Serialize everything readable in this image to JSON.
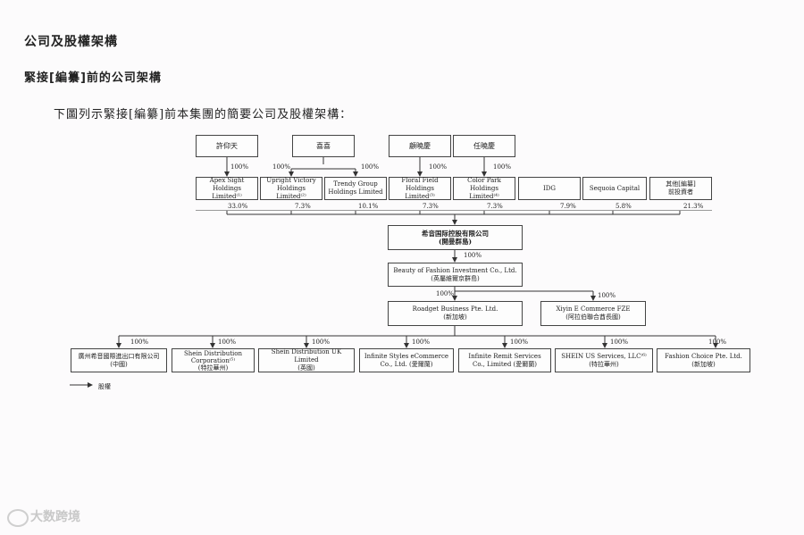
{
  "section_title": "公司及股權架構",
  "subsection_title": "緊接[編纂]前的公司架構",
  "intro_text": "下圖列示緊接[編纂]前本集團的簡要公司及股權架構：",
  "top_owners": {
    "xu": "許仰天",
    "xixi": "喜喜",
    "gu": "顧曉慶",
    "ren": "任曉慶"
  },
  "holders": {
    "apex": [
      "Apex Sight",
      "Holdings Limited⁽¹⁾"
    ],
    "upright": [
      "Upright Victory",
      "Holdings Limited⁽²⁾"
    ],
    "trendy": [
      "Trendy Group",
      "Holdings Limited"
    ],
    "floral": [
      "Floral Field",
      "Holdings Limited⁽³⁾"
    ],
    "color": [
      "Color Park",
      "Holdings Limited⁽⁴⁾"
    ],
    "idg": "IDG",
    "sequoia": "Sequoia Capital",
    "others": [
      "其他[編纂]",
      "前投資者"
    ]
  },
  "pct": {
    "xu_apex": "100%",
    "xixi_upright": "100%",
    "xixi_trendy": "100%",
    "gu_floral": "100%",
    "ren_color": "100%",
    "apex": "33.0%",
    "upright": "7.3%",
    "trendy": "10.1%",
    "floral": "7.3%",
    "color": "7.3%",
    "idg": "7.9%",
    "sequoia": "5.8%",
    "others": "21.3%",
    "company_beauty": "100%",
    "beauty_roadget": "100%",
    "beauty_xiyin": "100%",
    "sub1": "100%",
    "sub2": "100%",
    "sub3": "100%",
    "sub4": "100%",
    "sub5": "100%",
    "sub6": "100%",
    "sub7": "100%"
  },
  "company": [
    "希音国际控股有限公司",
    "(開曼群島)"
  ],
  "beauty": [
    "Beauty of Fashion Investment Co., Ltd.",
    "(英屬維爾京群島)"
  ],
  "roadget": [
    "Roadget Business Pte. Ltd.",
    "(新加坡)"
  ],
  "xiyin": [
    "Xiyin E Commerce FZE",
    "(阿拉伯聯合酋長國)"
  ],
  "subsidiaries": [
    [
      "廣州希音國際進出口有限公司",
      "(中國)"
    ],
    [
      "Shein Distribution",
      "Corporation⁽⁵⁾",
      "(特拉華州)"
    ],
    [
      "Shein Distribution UK Limited",
      "(英國)"
    ],
    [
      "Infinite Styles eCommerce",
      "Co., Ltd. (愛爾蘭)"
    ],
    [
      "Infinite Remit Services",
      "Co., Limited (愛爾蘭)"
    ],
    [
      "SHEIN US Services, LLC⁽⁶⁾",
      "(特拉華州)"
    ],
    [
      "Fashion Choice Pte. Ltd.",
      "(新加坡)"
    ]
  ],
  "legend_label": "股權",
  "watermark": "大数跨境"
}
